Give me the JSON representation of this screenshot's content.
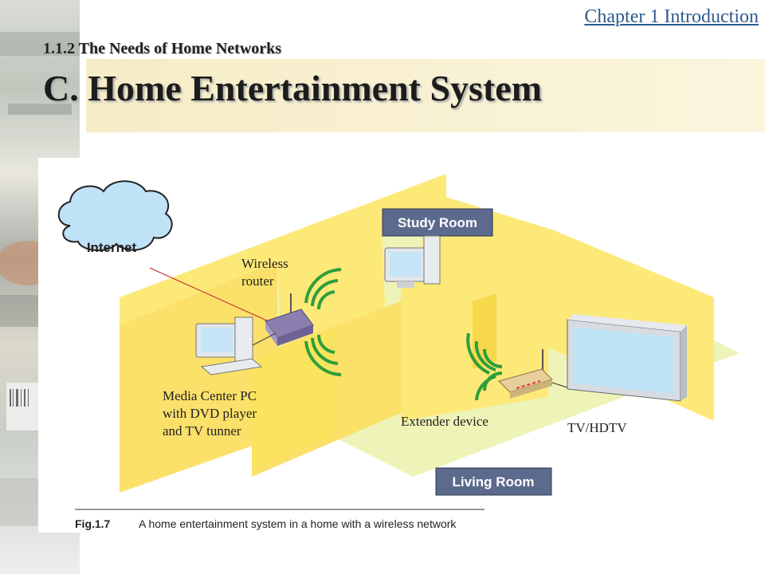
{
  "header": {
    "chapter_link": "Chapter 1  Introduction",
    "section_title": "1.1.2  The Needs of Home Networks",
    "main_title": "C. Home Entertainment System"
  },
  "diagram": {
    "internet_label": "Internet",
    "study_room_label": "Study Room",
    "living_room_label": "Living Room",
    "wireless_router_label": [
      "Wireless",
      "router"
    ],
    "media_pc_label": [
      "Media Center PC",
      "with DVD player",
      "and TV tunner"
    ],
    "extender_label": "Extender device",
    "tv_label": "TV/HDTV"
  },
  "caption": {
    "fig_number": "Fig.1.7",
    "text": "A home entertainment system in a home with a wireless network"
  },
  "colors": {
    "wall_yellow": "#fde978",
    "floor_green": "#eef3b8",
    "room_label_bg": "#5c6a8e",
    "wave_green": "#2e9e3b",
    "router_purple": "#8a7fae",
    "chapter_link": "#2e5b8f"
  }
}
